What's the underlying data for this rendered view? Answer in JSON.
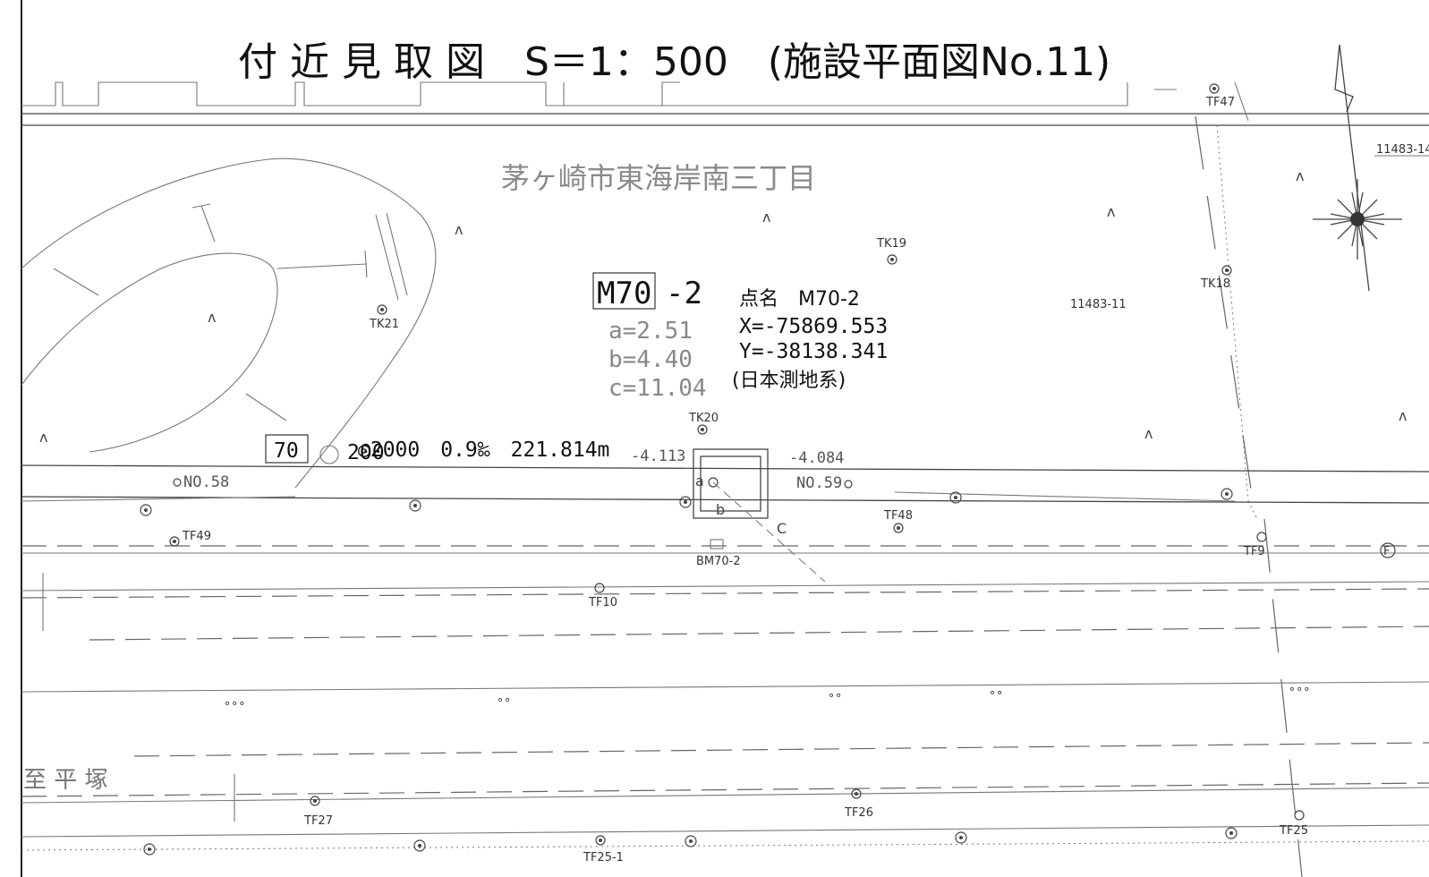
{
  "title": "付 近 見 取 図　S＝1：500　(施設平面図No.11)",
  "district": "茅ヶ崎市東海岸南三丁目",
  "benchmark": {
    "id": "M70",
    "suffix": "-2",
    "dims": {
      "a": "a=2.51",
      "b": "b=4.40",
      "c": "c=11.04"
    },
    "info": {
      "name": "点名　M70-2",
      "x": "X=-75869.553",
      "y": "Y=-38138.341",
      "datum": "(日本測地系)"
    },
    "plate_label": "BM70-2",
    "marks": {
      "a": "a",
      "b": "b",
      "c": "C"
    }
  },
  "pipe": {
    "box": "70",
    "partial": "200",
    "spec": "◎2000　0.9‰　221.814m",
    "depth_left": "-4.113",
    "depth_right": "-4.084",
    "station_left": "NO.58",
    "station_right": "NO.59"
  },
  "parcels": {
    "main": "11483-11",
    "edge": "11483-14"
  },
  "points": {
    "tk19": "TK19",
    "tk18": "TK18",
    "tk21": "TK21",
    "tk20": "TK20",
    "tf47": "TF47",
    "tf48": "TF48",
    "tf49": "TF49",
    "tf9": "TF9",
    "tf10": "TF10",
    "tf27": "TF27",
    "tf26": "TF26",
    "tf25": "TF25",
    "tf25_1": "TF25-1"
  },
  "destination": "至 平 塚",
  "hydrant_symbol": "F",
  "colors": {
    "line": "#444444",
    "text": "#111111",
    "faint": "#8a8a8a",
    "background": "#ffffff"
  },
  "icons": [
    "north-arrow-icon",
    "compass-star-icon",
    "manhole-icon",
    "survey-point-icon"
  ]
}
